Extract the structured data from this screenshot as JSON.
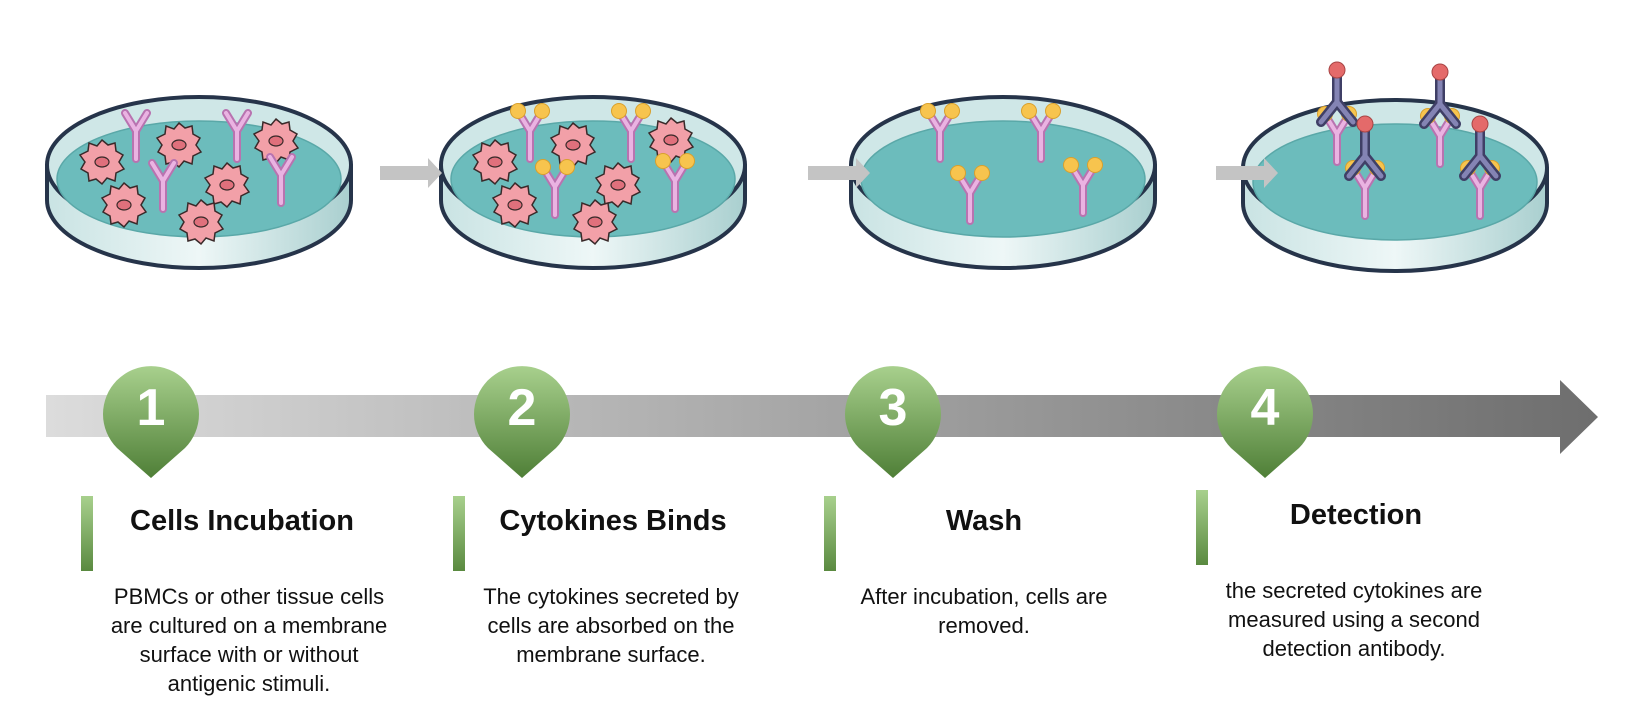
{
  "steps": [
    {
      "number": "1",
      "title": "Cells Incubation",
      "description": "PBMCs or other tissue cells are cultured on a membrane surface with or without antigenic stimuli."
    },
    {
      "number": "2",
      "title": "Cytokines Binds",
      "description": "The cytokines secreted by cells are absorbed on the membrane surface."
    },
    {
      "number": "3",
      "title": "Wash",
      "description": "After incubation, cells are removed."
    },
    {
      "number": "4",
      "title": "Detection",
      "description": "the secreted cytokines are measured using a second detection antibody."
    }
  ],
  "colors": {
    "marker_green_light": "#a8d08d",
    "marker_green_dark": "#4f7f37",
    "medium_teal": "#6cbcbc",
    "cell_pink": "#f2a0a8",
    "capture_antibody": "#e6a8dc",
    "cytokine_yellow": "#f7c44e",
    "detection_antibody": "#6a6a9a",
    "label_red": "#e46a6a"
  },
  "icons": {
    "dish": "petri-dish-icon",
    "cell": "cell-icon",
    "capture_antibody": "capture-antibody-icon",
    "cytokine": "cytokine-icon",
    "detection_antibody": "detection-antibody-icon",
    "step_arrow": "arrow-right-icon"
  }
}
